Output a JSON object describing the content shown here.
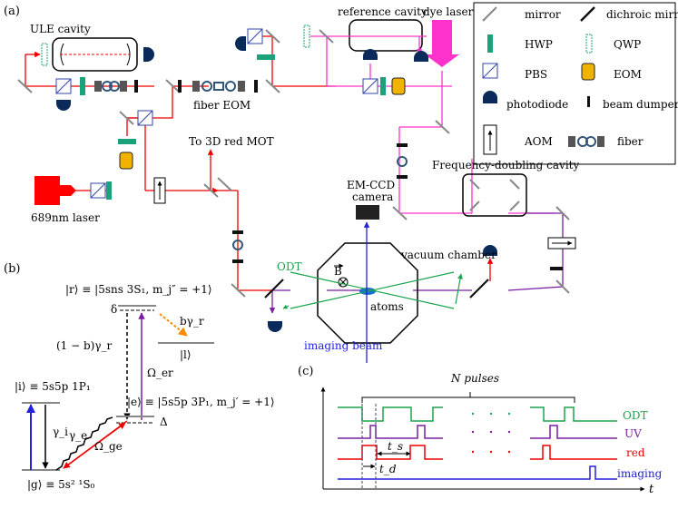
{
  "panels": {
    "a": "(a)",
    "b": "(b)",
    "c": "(c)"
  },
  "setup": {
    "ule_cavity": "ULE cavity",
    "fiber_eom": "fiber EOM",
    "reference_cavity": "reference cavity",
    "dye_laser": "dye laser",
    "red_mot": "To 3D red MOT",
    "laser_689": "689nm laser",
    "freq_doubling": "Frequency-doubling cavity",
    "emccd_1": "EM-CCD",
    "emccd_2": "camera",
    "vacuum_chamber": "vacuum chamber",
    "odt": "ODT",
    "atoms": "atoms",
    "imaging_beam": "imaging beam",
    "bfield": "B"
  },
  "legend": {
    "mirror": "mirror",
    "dichroic": "dichroic mirror",
    "hwp": "HWP",
    "qwp": "QWP",
    "pbs": "PBS",
    "eom": "EOM",
    "photodiode": "photodiode",
    "beam_dumper": "beam dumper",
    "aom": "AOM",
    "fiber": "fiber"
  },
  "levels": {
    "r": "|r⟩ ≡ |5sns 3S₁, m_j″ = +1⟩",
    "l": "|l⟩",
    "i": "|i⟩ ≡ 5s5p 1P₁",
    "e": "|e⟩ ≡ |5s5p 3P₁, m_j′ = +1⟩",
    "g": "|g⟩ ≡ 5s² ¹S₀",
    "delta_upper": "δ",
    "delta_lower": "Δ",
    "decay_r": "(1 − b)γ_r",
    "b_gamma": "bγ_r",
    "omega_er": "Ω_er",
    "omega_ge": "Ω_ge",
    "gamma_i": "γ_i",
    "gamma_e": "γ_e"
  },
  "timing": {
    "n_pulses": "N pulses",
    "odt": "ODT",
    "uv": "UV",
    "red": "red",
    "imaging": "imaging",
    "ts": "t_s",
    "td": "t_d",
    "t_axis": "t"
  },
  "colors": {
    "red": "#ff0000",
    "magenta": "#ff33cc",
    "green": "#1aa34a",
    "purple": "#7a1fa2",
    "blue": "#2222dd",
    "orange": "#ff8c00",
    "teal": "#1aa37a",
    "navy": "#0a2a5a"
  }
}
